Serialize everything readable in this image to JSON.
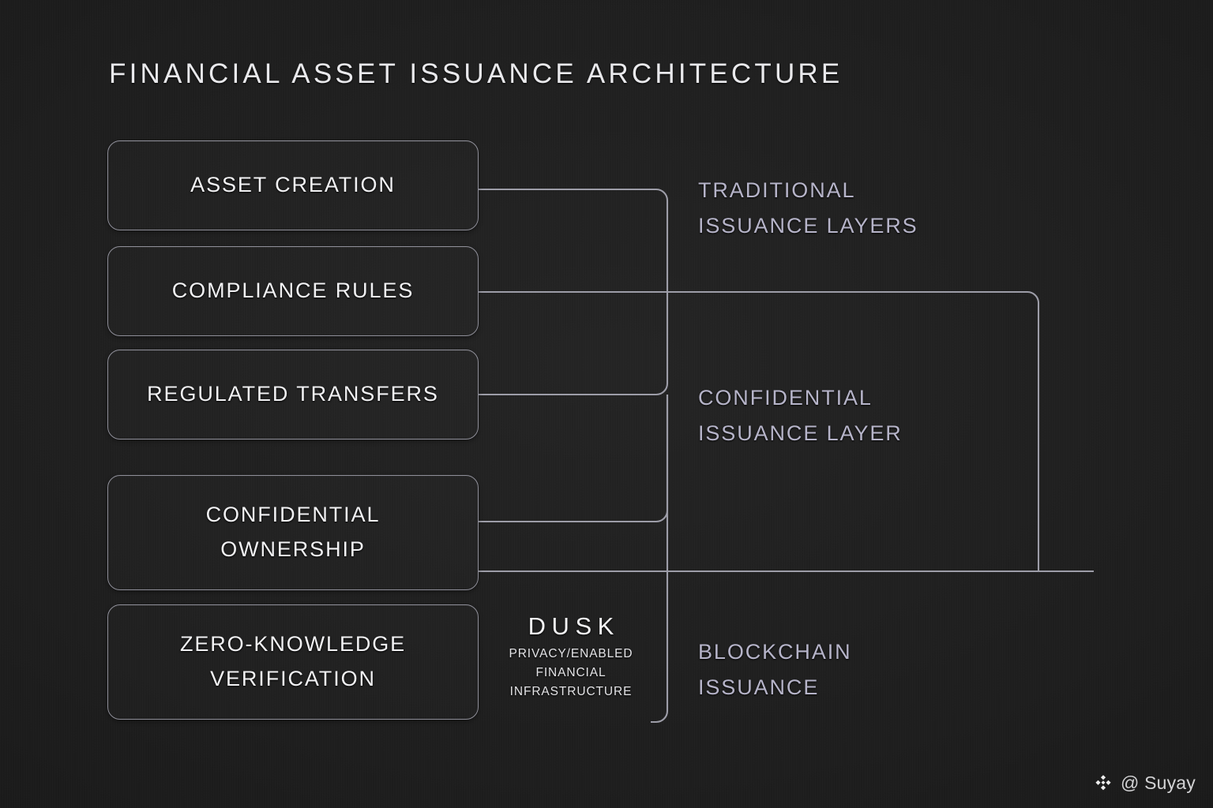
{
  "title": "FINANCIAL ASSET ISSUANCE ARCHITECTURE",
  "colors": {
    "background": "#1e1e1e",
    "box_border": "#8e8e98",
    "box_text": "#f2f2f4",
    "wire": "#9d9da8",
    "layer_caption": "#b6b4c9",
    "title": "#e9e9ec"
  },
  "stages": [
    {
      "label": "ASSET CREATION"
    },
    {
      "label": "COMPLIANCE RULES"
    },
    {
      "label": "REGULATED TRANSFERS"
    },
    {
      "label": "CONFIDENTIAL\nOWNERSHIP"
    },
    {
      "label": "ZERO-KNOWLEDGE\nVERIFICATION"
    }
  ],
  "layers": [
    {
      "label": "TRADITIONAL\nISSUANCE LAYERS"
    },
    {
      "label": "CONFIDENTIAL\nISSUANCE LAYER"
    },
    {
      "label": "BLOCKCHAIN\nISSUANCE"
    }
  ],
  "brand": {
    "name": "DUSK",
    "tagline": "PRIVACY/ENABLED\nFINANCIAL\nINFRASTRUCTURE"
  },
  "watermark": {
    "icon": "binance-diamond-icon",
    "text": "@ Suyay"
  }
}
